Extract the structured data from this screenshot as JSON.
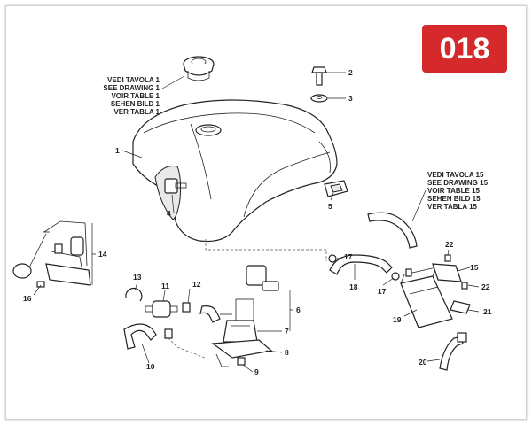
{
  "page_number": "018",
  "ref_top": [
    "VEDI TAVOLA 1",
    "SEE DRAWING 1",
    "VOIR TABLE 1",
    "SEHEN BILD 1",
    "VER TABLA 1"
  ],
  "ref_right": [
    "VEDI TAVOLA 15",
    "SEE DRAWING 15",
    "VOIR TABLE 15",
    "SEHEN BILD 15",
    "VER TABLA 15"
  ],
  "callouts": {
    "p1": "1",
    "p2": "2",
    "p3": "3",
    "p4": "4",
    "p5": "5",
    "p6": "6",
    "p7": "7",
    "p8": "8",
    "p9": "9",
    "p10": "10",
    "p11": "11",
    "p12": "12",
    "p13": "13",
    "p14": "14",
    "p15": "15",
    "p16": "16",
    "p17a": "17",
    "p17b": "17",
    "p18": "18",
    "p19": "19",
    "p20": "20",
    "p21": "21",
    "p22a": "22",
    "p22b": "22"
  },
  "colors": {
    "badge": "#d5292b",
    "line": "#222222"
  }
}
